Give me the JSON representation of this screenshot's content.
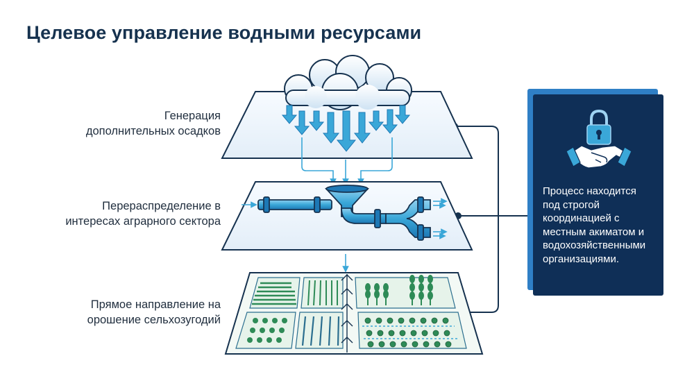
{
  "title": "Целевое управление водными ресурсами",
  "stages": [
    {
      "lines": [
        "Генерация",
        "дополнительных осадков"
      ],
      "icon": "cloud-rain-icon"
    },
    {
      "lines": [
        "Перераспределение в",
        "интересах аграрного сектора"
      ],
      "icon": "funnel-pipe-icon"
    },
    {
      "lines": [
        "Прямое направление на",
        "орошение сельхозугодий"
      ],
      "icon": "irrigated-fields-icon"
    }
  ],
  "info_card": {
    "lines": [
      "Процесс находится",
      "под строгой",
      "координацией с",
      "местным акиматом и",
      "водохозяйственными",
      "организациями."
    ],
    "icons": [
      "lock-icon",
      "handshake-icon"
    ]
  },
  "colors": {
    "title": "#16324f",
    "accent": "#2f7fc6",
    "card_bg": "#0f2f57",
    "water": "#3aa7d8",
    "field_green": "#2e8b57"
  }
}
